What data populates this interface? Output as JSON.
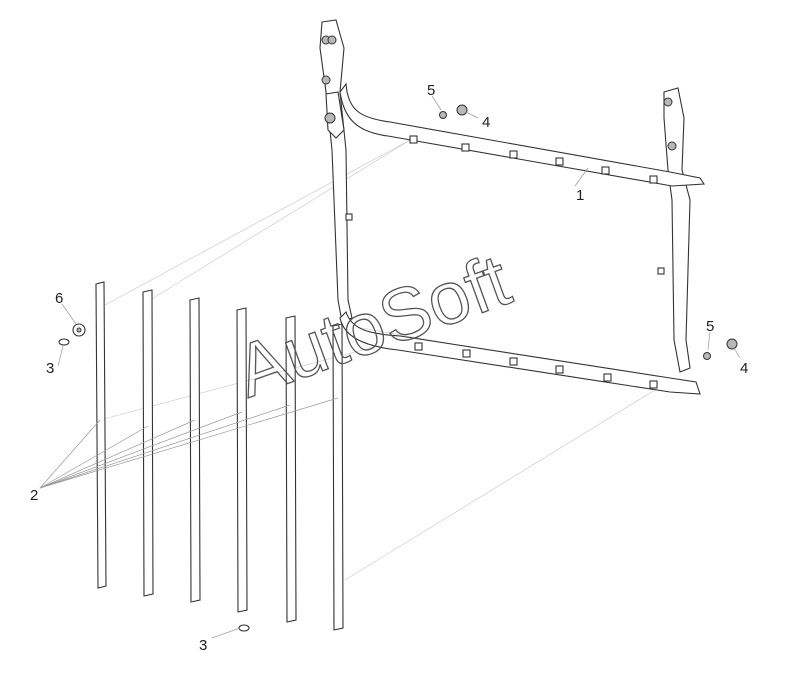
{
  "watermark": "AutoSoft",
  "callouts": {
    "frame": "1",
    "strips": "2",
    "bolt_left": "3",
    "bolt_bottom": "3",
    "nut_top": "4",
    "nut_right": "4",
    "washer_top": "5",
    "washer_right": "5",
    "washer_large": "6"
  },
  "colors": {
    "line": "#333333",
    "leader": "#9a9a9a",
    "shade": "#b8b8b8"
  }
}
